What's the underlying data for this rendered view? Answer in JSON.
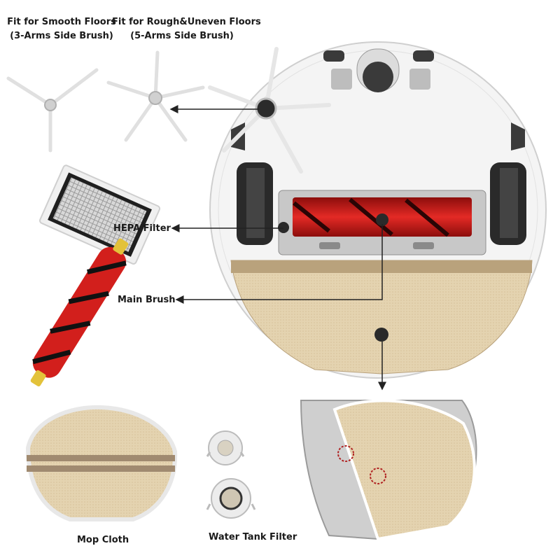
{
  "labels": {
    "smooth_title": "Fit for Smooth Floors",
    "smooth_sub": "(3-Arms Side Brush)",
    "rough_title": "Fit for Rough&Uneven Floors",
    "rough_sub": "(5-Arms Side Brush)",
    "hepa": "HEPA Filter",
    "main_brush": "Main Brush",
    "mop_cloth": "Mop Cloth",
    "water_tank_filter": "Water Tank Filter"
  },
  "colors": {
    "robot_body": "#f4f4f4",
    "brush_red": "#d9211f",
    "mop_tan": "#e4d3b0",
    "mop_stripe": "#a08a70",
    "dark_wheel": "#2a2a2a",
    "arrow": "#222222"
  }
}
